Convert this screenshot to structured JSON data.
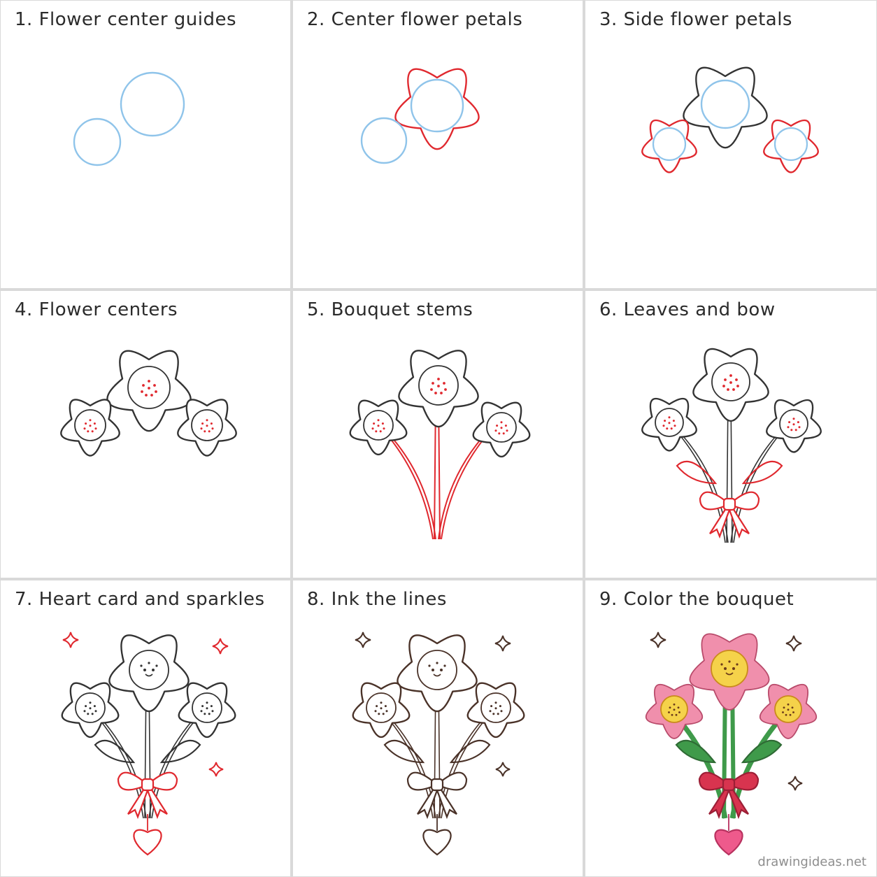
{
  "steps": [
    {
      "title": "1. Flower center guides"
    },
    {
      "title": "2. Center flower petals"
    },
    {
      "title": "3. Side flower petals"
    },
    {
      "title": "4. Flower centers"
    },
    {
      "title": "5. Bouquet stems"
    },
    {
      "title": "6. Leaves and bow"
    },
    {
      "title": "7. Heart card and sparkles"
    },
    {
      "title": "8. Ink the lines"
    },
    {
      "title": "9. Color the bouquet"
    }
  ],
  "watermark": "drawingideas.net",
  "colors": {
    "guide": "#8fc4ea",
    "new_lines": "#e0282e",
    "pencil": "#333333",
    "ink": "#4a3228",
    "petal_fill": "#f08fac",
    "center_fill": "#f5d24a",
    "leaf_fill": "#3f9a4a",
    "bow_fill": "#d8344f",
    "heart_fill": "#ee5a8c"
  }
}
